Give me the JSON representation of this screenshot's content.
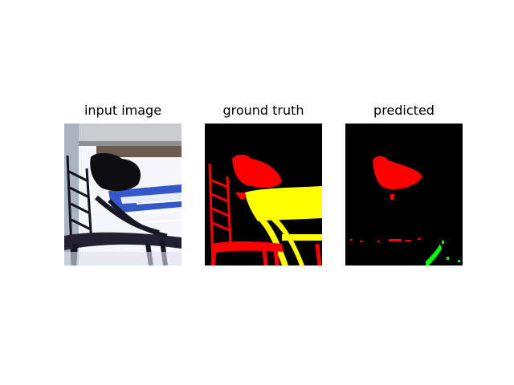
{
  "figure": {
    "panels": [
      {
        "title": "input image",
        "kind": "photo"
      },
      {
        "title": "ground truth",
        "kind": "mask"
      },
      {
        "title": "predicted",
        "kind": "mask"
      }
    ],
    "mask_colors": {
      "background": "#000000",
      "class_a": "#ff0000",
      "class_b": "#ffff00",
      "class_c": "#00ff00"
    }
  }
}
